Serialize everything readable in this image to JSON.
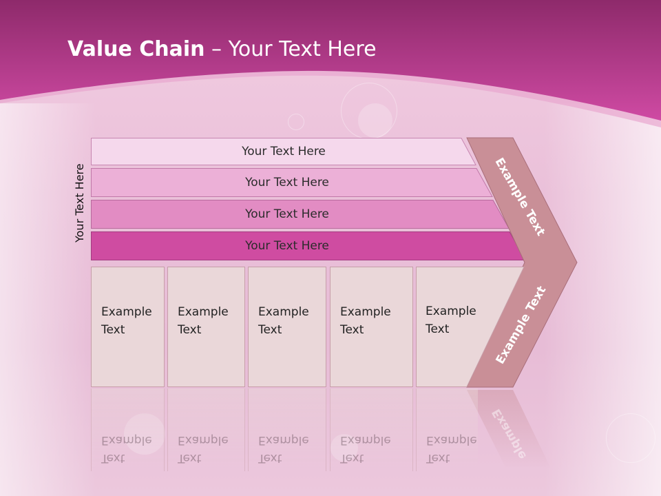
{
  "slide": {
    "title_bold": "Value Chain",
    "title_rest": " – Your Text Here",
    "vertical_label": "Your Text Here"
  },
  "rows": [
    {
      "label": "Your Text Here",
      "fill": "#f5d8ec"
    },
    {
      "label": "Your Text Here",
      "fill": "#ecb0d7"
    },
    {
      "label": "Your Text Here",
      "fill": "#e28cc3"
    },
    {
      "label": "Your Text Here",
      "fill": "#cf4ca1"
    }
  ],
  "boxes": [
    {
      "line1": "Example",
      "line2": "Text"
    },
    {
      "line1": "Example",
      "line2": "Text"
    },
    {
      "line1": "Example",
      "line2": "Text"
    },
    {
      "line1": "Example",
      "line2": "Text"
    },
    {
      "line1": "Example",
      "line2": "Text"
    }
  ],
  "chevron": {
    "top_text": "Example Text",
    "bottom_text": "Example Text",
    "reflection_text": "Example",
    "fill": "#c98f97",
    "stroke": "#a86d79"
  },
  "colors": {
    "header_top": "#8e2a6b",
    "header_bottom": "#cf4aa3",
    "box_fill": "#ead7d9"
  }
}
